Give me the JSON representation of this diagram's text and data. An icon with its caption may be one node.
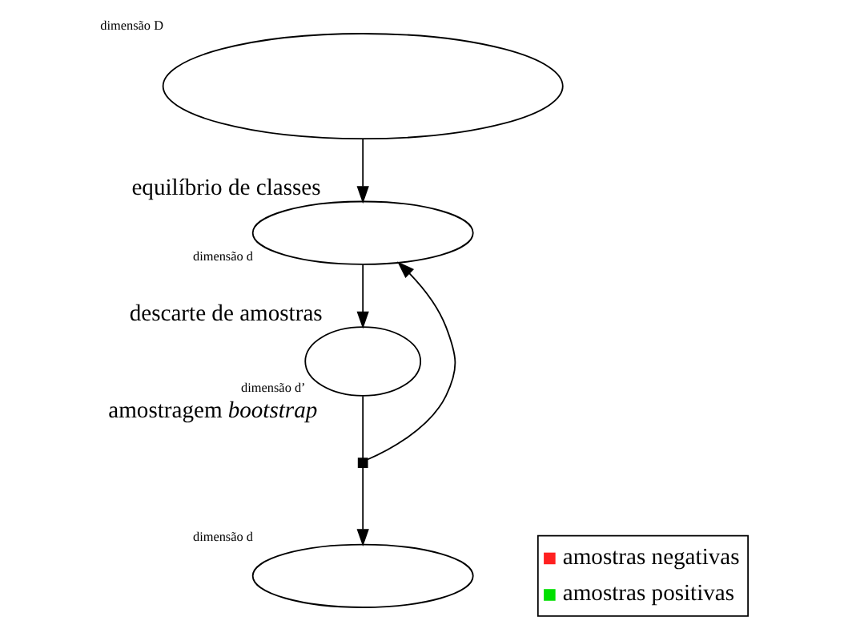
{
  "diagram": {
    "nodes": [
      {
        "text": [],
        "shape": "ellipse",
        "beside": [
          "dimensão D"
        ]
      },
      {
        "text": [],
        "shape": "ellipse",
        "beside": [
          "dimensão d"
        ]
      },
      {
        "text": [],
        "shape": "ellipse",
        "beside": [
          "dimensão d’"
        ]
      },
      {
        "text": [],
        "shape": "box"
      },
      {
        "text": [],
        "shape": "ellipse",
        "beside": [
          "dimensão d"
        ]
      }
    ],
    "edges": [
      {
        "from": 0,
        "to": 1,
        "arrow": "to",
        "label": "equilíbrio de classes"
      },
      {
        "from": 1,
        "to": 2,
        "arrow": "to",
        "label": "descarte de amostras"
      },
      {
        "from": 2,
        "to": 3,
        "arrow": "none",
        "label": "amostragem *bootstrap*"
      },
      {
        "from": 3,
        "to": 4,
        "arrow": "to"
      },
      {
        "from": 3,
        "to": 1,
        "arrow": "to"
      }
    ],
    "legend": [
      {
        "text": "amostras negativas",
        "color": "#ff2020"
      },
      {
        "text": "amostras positivas",
        "color": "#00e000"
      }
    ]
  }
}
